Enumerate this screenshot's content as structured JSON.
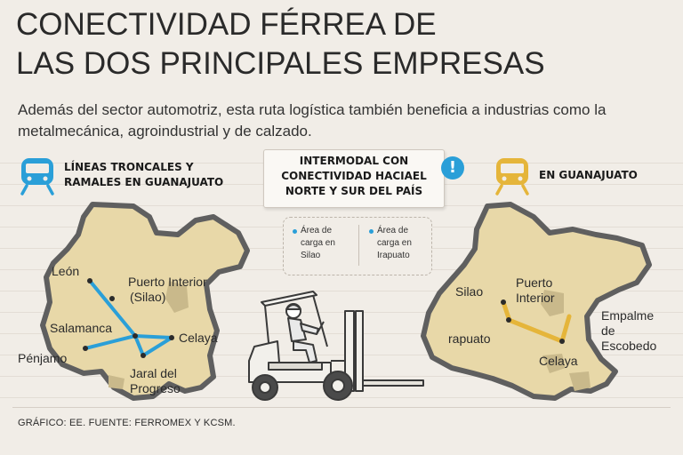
{
  "title_line1": "CONECTIVIDAD FÉRREA DE",
  "title_line2": "LAS DOS PRINCIPALES EMPRESAS",
  "subtitle_line1": "Además del sector automotriz, esta ruta logística también beneficia a industrias como la",
  "subtitle_line2": "metalmecánica, agroindustrial y de calzado.",
  "left_map": {
    "header_line1": "LÍNEAS TRONCALES Y",
    "header_line2": "RAMALES EN GUANAJUATO",
    "icon": "train-icon",
    "icon_color": "#2a9fd8",
    "route_color": "#2a9fd8",
    "cities": {
      "leon": "León",
      "puerto_interior_1": "Puerto Interior",
      "puerto_interior_2": "(Silao)",
      "salamanca": "Salamanca",
      "celaya": "Celaya",
      "penjamo": "Pénjamo",
      "jaral_1": "Jaral del",
      "jaral_2": "Progreso"
    }
  },
  "center": {
    "header_line1": "INTERMODAL CON",
    "header_line2": "CONECTIVIDAD HACIAEL",
    "header_line3": "NORTE Y SUR DEL PAÍS",
    "alert_icon": "!",
    "legend": [
      {
        "line1": "Área de",
        "line2": "carga en",
        "line3": "Silao"
      },
      {
        "line1": "Área de",
        "line2": "carga en",
        "line3": "Irapuato"
      }
    ],
    "illustration": "forklift-icon"
  },
  "right_map": {
    "header": "EN GUANAJUATO",
    "icon": "train-icon",
    "icon_color": "#e5b53a",
    "route_color": "#e5b53a",
    "cities": {
      "silao": "Silao",
      "puerto_1": "Puerto",
      "puerto_2": "Interior",
      "irapuato": "rapuato",
      "celaya": "Celaya",
      "empalme_1": "Empalme",
      "empalme_2": "de",
      "empalme_3": "Escobedo"
    }
  },
  "footer": "GRÁFICO: EE. FUENTE: FERROMEX Y KCSM.",
  "colors": {
    "background": "#f1ede7",
    "map_fill": "#e8d8a8",
    "map_border": "#5f5f5f",
    "blue": "#2a9fd8",
    "yellow": "#e5b53a"
  }
}
